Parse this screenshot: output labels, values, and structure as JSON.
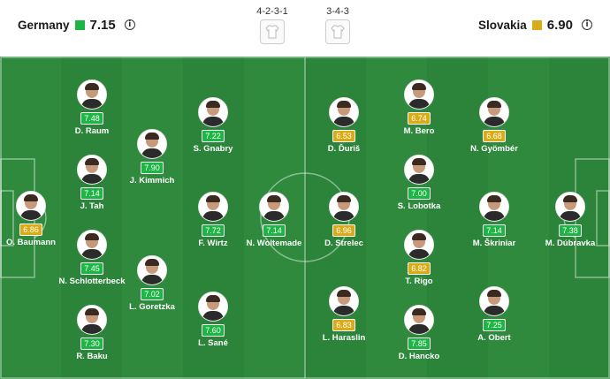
{
  "home": {
    "name": "Germany",
    "rating": "7.15",
    "rating_color": "#1db543"
  },
  "away": {
    "name": "Slovakia",
    "rating": "6.90",
    "rating_color": "#d9ac17"
  },
  "formations": {
    "home": "4-2-3-1",
    "away": "3-4-3"
  },
  "colors": {
    "pitch": "#2f8a3e",
    "good": "#1db543",
    "average": "#d9ac17"
  },
  "players": [
    {
      "name": "O. Baumann",
      "rating": "6.86",
      "level": "average"
    },
    {
      "name": "D. Raum",
      "rating": "7.48",
      "level": "good"
    },
    {
      "name": "J. Tah",
      "rating": "7.14",
      "level": "good"
    },
    {
      "name": "N. Schlotterbeck",
      "rating": "7.45",
      "level": "good"
    },
    {
      "name": "R. Baku",
      "rating": "7.30",
      "level": "good"
    },
    {
      "name": "J. Kimmich",
      "rating": "7.90",
      "level": "good"
    },
    {
      "name": "L. Goretzka",
      "rating": "7.02",
      "level": "good"
    },
    {
      "name": "S. Gnabry",
      "rating": "7.22",
      "level": "good"
    },
    {
      "name": "F. Wirtz",
      "rating": "7.72",
      "level": "good"
    },
    {
      "name": "L. Sané",
      "rating": "7.60",
      "level": "good"
    },
    {
      "name": "N. Woltemade",
      "rating": "7.14",
      "level": "good"
    },
    {
      "name": "D. Ďuriš",
      "rating": "6.53",
      "level": "average"
    },
    {
      "name": "D. Strelec",
      "rating": "6.96",
      "level": "average"
    },
    {
      "name": "L. Haraslin",
      "rating": "6.83",
      "level": "average"
    },
    {
      "name": "M. Bero",
      "rating": "6.74",
      "level": "average"
    },
    {
      "name": "S. Lobotka",
      "rating": "7.00",
      "level": "good"
    },
    {
      "name": "T. Rigo",
      "rating": "6.82",
      "level": "average"
    },
    {
      "name": "D. Hancko",
      "rating": "7.85",
      "level": "good"
    },
    {
      "name": "N. Gyömbér",
      "rating": "6.68",
      "level": "average"
    },
    {
      "name": "M. Škriniar",
      "rating": "7.14",
      "level": "good"
    },
    {
      "name": "A. Obert",
      "rating": "7.25",
      "level": "good"
    },
    {
      "name": "M. Dúbravka",
      "rating": "7.38",
      "level": "good"
    }
  ]
}
